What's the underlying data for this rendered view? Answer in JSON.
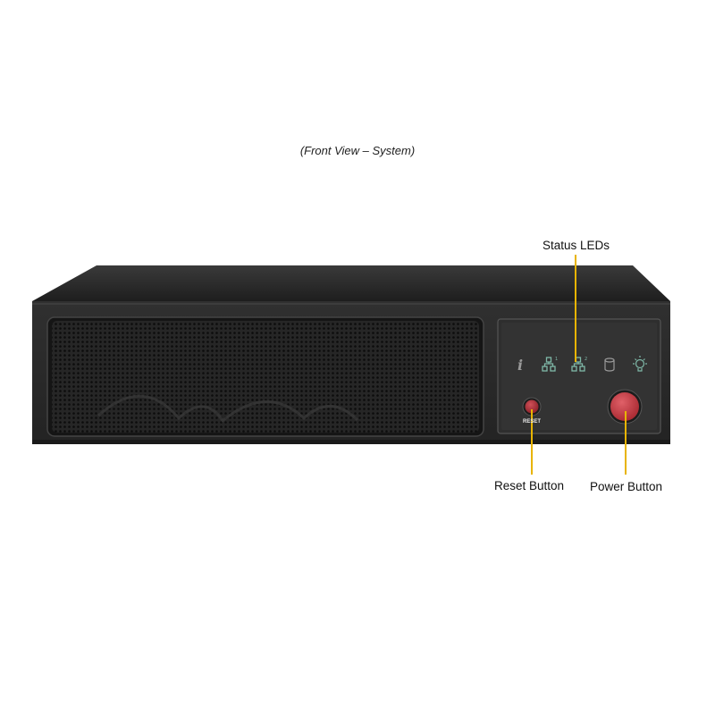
{
  "caption": "(Front View – System)",
  "callouts": {
    "status_leds": "Status LEDs",
    "reset_button": "Reset Button",
    "power_button": "Power Button"
  },
  "panel": {
    "reset_label": "RESET",
    "led_icons": [
      "info-icon",
      "lan1-icon",
      "lan2-icon",
      "hdd-icon",
      "power-led-icon"
    ]
  },
  "colors": {
    "callout_line": "#e8b400",
    "chassis": "#2b2b2b",
    "power_button": "#c8323a",
    "reset_button": "#b8323a",
    "led_green": "#7fb8a8",
    "led_gray": "#9a9a9a"
  }
}
